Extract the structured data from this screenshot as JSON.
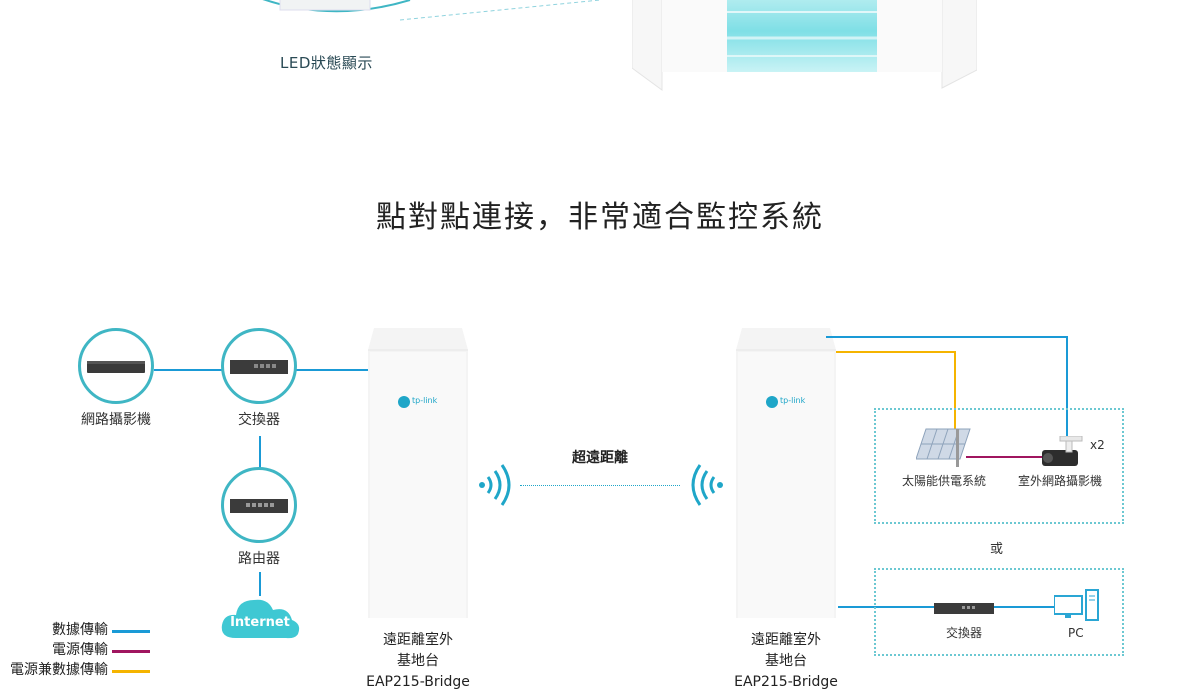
{
  "top": {
    "led_label": "LED狀態顯示"
  },
  "headline": "點對點連接，非常適合監控系統",
  "left_devices": {
    "camera_label": "網路攝影機",
    "switch_label": "交換器",
    "router_label": "路由器",
    "internet_label": "Internet"
  },
  "link_label": "超遠距離",
  "ap_left": {
    "brand": "tp-link",
    "line1": "遠距離室外",
    "line2": "基地台",
    "line3": "EAP215-Bridge"
  },
  "ap_right": {
    "brand": "tp-link",
    "line1": "遠距離室外",
    "line2": "基地台",
    "line3": "EAP215-Bridge"
  },
  "right_upper": {
    "solar_label": "太陽能供電系統",
    "camera_label": "室外網路攝影機",
    "multiplier": "x2"
  },
  "or_label": "或",
  "right_lower": {
    "switch_label": "交換器",
    "pc_label": "PC"
  },
  "legend": [
    {
      "label": "數據傳輸",
      "color": "#1a9ad6"
    },
    {
      "label": "電源傳輸",
      "color": "#a0155f"
    },
    {
      "label": "電源兼數據傳輸",
      "color": "#f5b400"
    }
  ],
  "colors": {
    "data_line": "#1a9ad6",
    "power_line": "#a0155f",
    "poe_line": "#f5b400",
    "accent_teal": "#3fb6c4"
  }
}
